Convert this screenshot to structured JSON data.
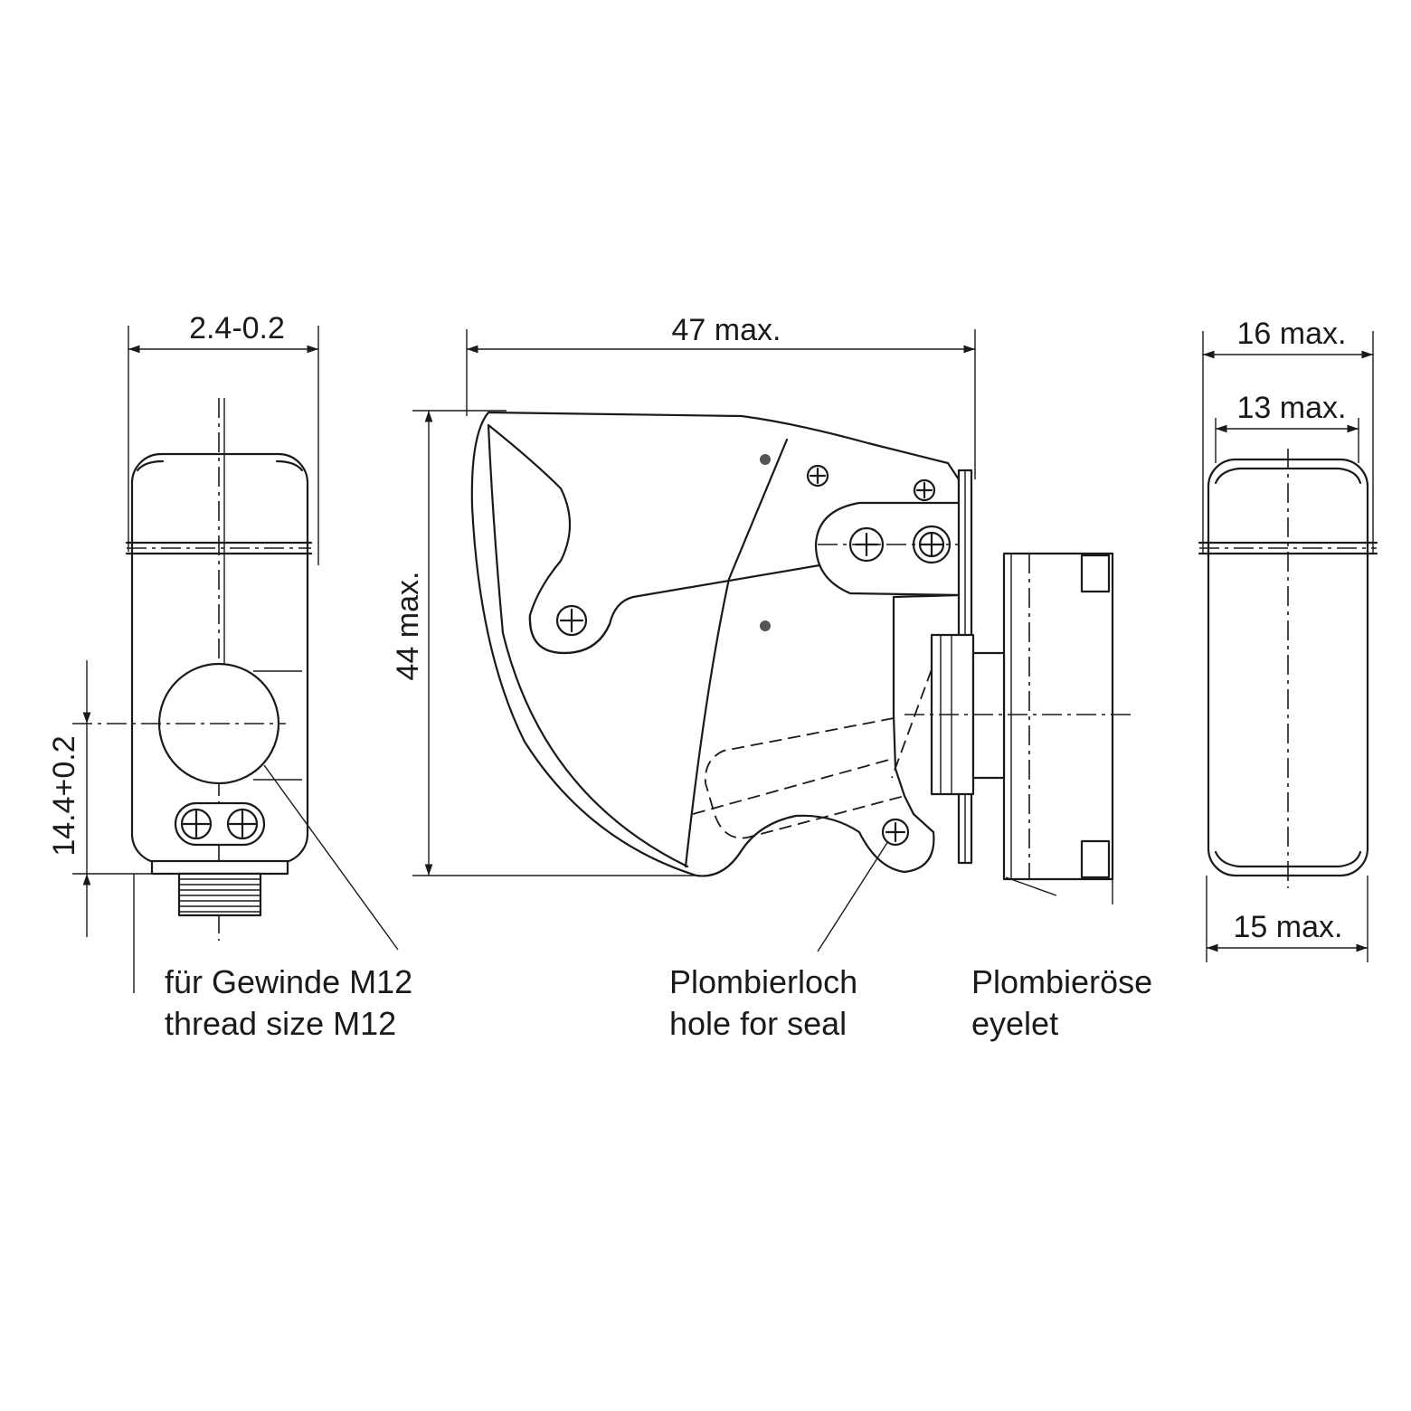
{
  "dimensions": {
    "front_width": "2.4-0.2",
    "front_height": "14.4+0.2",
    "side_width": "47 max.",
    "side_height": "44 max.",
    "right_outer": "16 max.",
    "right_inner": "13 max.",
    "right_bottom": "15 max."
  },
  "labels": {
    "thread_de": "für Gewinde M12",
    "thread_en": "thread size M12",
    "seal_hole_de": "Plombierloch",
    "seal_hole_en": "hole for seal",
    "eyelet_de": "Plombieröse",
    "eyelet_en": "eyelet"
  }
}
